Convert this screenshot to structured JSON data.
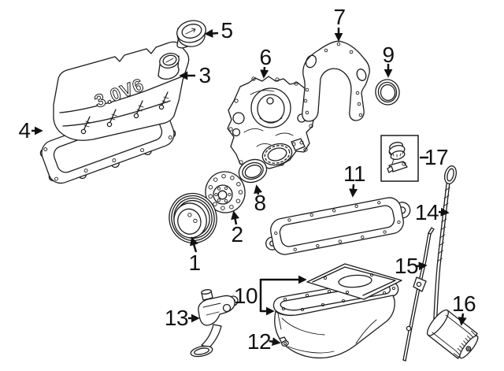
{
  "figure": {
    "engine_badge": "3.0V6",
    "background": "#ffffff",
    "ink": "#1c1c1c"
  },
  "callouts": [
    {
      "number": "1"
    },
    {
      "number": "2"
    },
    {
      "number": "3"
    },
    {
      "number": "4"
    },
    {
      "number": "5"
    },
    {
      "number": "6"
    },
    {
      "number": "7"
    },
    {
      "number": "8"
    },
    {
      "number": "9"
    },
    {
      "number": "10"
    },
    {
      "number": "11"
    },
    {
      "number": "12"
    },
    {
      "number": "13"
    },
    {
      "number": "14"
    },
    {
      "number": "15"
    },
    {
      "number": "16"
    },
    {
      "number": "17"
    }
  ]
}
